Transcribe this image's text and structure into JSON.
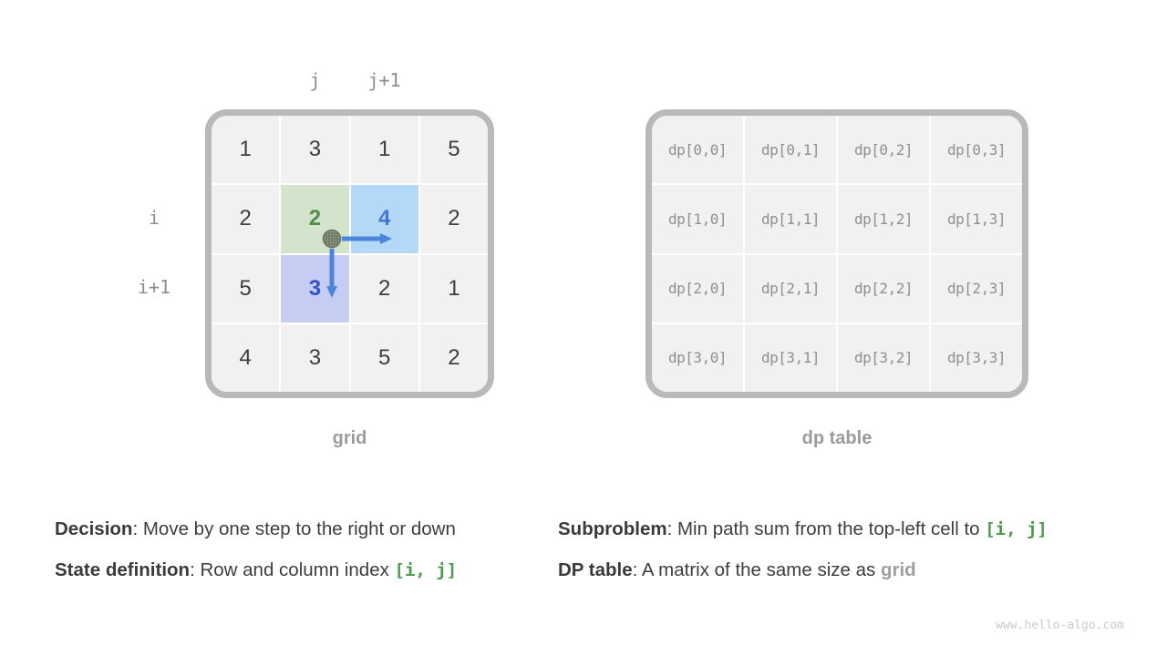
{
  "colors": {
    "accent_green": "#4e8f4b",
    "accent_blue": "#4076d4",
    "deep_blue": "#2e51cd",
    "cell_green_bg": "#d3e3cc",
    "cell_blue_bg": "#b4d9f6",
    "cell_lavender_bg": "#c5cdf2",
    "board_border": "#b9b9b9",
    "cell_bg": "#f1f1f1"
  },
  "grid_panel": {
    "caption": "grid",
    "top_labels": {
      "j": "j",
      "j_plus_1": "j+1"
    },
    "side_labels": {
      "i": "i",
      "i_plus_1": "i+1"
    },
    "rows": [
      [
        "1",
        "3",
        "1",
        "5"
      ],
      [
        "2",
        "2",
        "4",
        "2"
      ],
      [
        "5",
        "3",
        "2",
        "1"
      ],
      [
        "4",
        "3",
        "5",
        "2"
      ]
    ],
    "highlights": {
      "green_cell": {
        "row": 1,
        "col": 1,
        "value": "2"
      },
      "blue_cell": {
        "row": 1,
        "col": 2,
        "value": "4"
      },
      "lavender_cell": {
        "row": 2,
        "col": 1,
        "value": "3"
      }
    }
  },
  "dp_panel": {
    "caption": "dp table",
    "rows": [
      [
        "dp[0,0]",
        "dp[0,1]",
        "dp[0,2]",
        "dp[0,3]"
      ],
      [
        "dp[1,0]",
        "dp[1,1]",
        "dp[1,2]",
        "dp[1,3]"
      ],
      [
        "dp[2,0]",
        "dp[2,1]",
        "dp[2,2]",
        "dp[2,3]"
      ],
      [
        "dp[3,0]",
        "dp[3,1]",
        "dp[3,2]",
        "dp[3,3]"
      ]
    ]
  },
  "notes": {
    "decision": {
      "label": "Decision",
      "text": ": Move by one step to the right or down"
    },
    "state": {
      "label": "State definition",
      "text": ": Row and column index ",
      "code": "[i, j]"
    },
    "subproblem": {
      "label": "Subproblem",
      "text": ": Min path sum from the top-left cell to ",
      "code": "[i, j]"
    },
    "dp_table": {
      "label": "DP table",
      "text": ": A matrix of the same size as ",
      "ref": "grid"
    }
  },
  "watermark": "www.hello-algo.com"
}
